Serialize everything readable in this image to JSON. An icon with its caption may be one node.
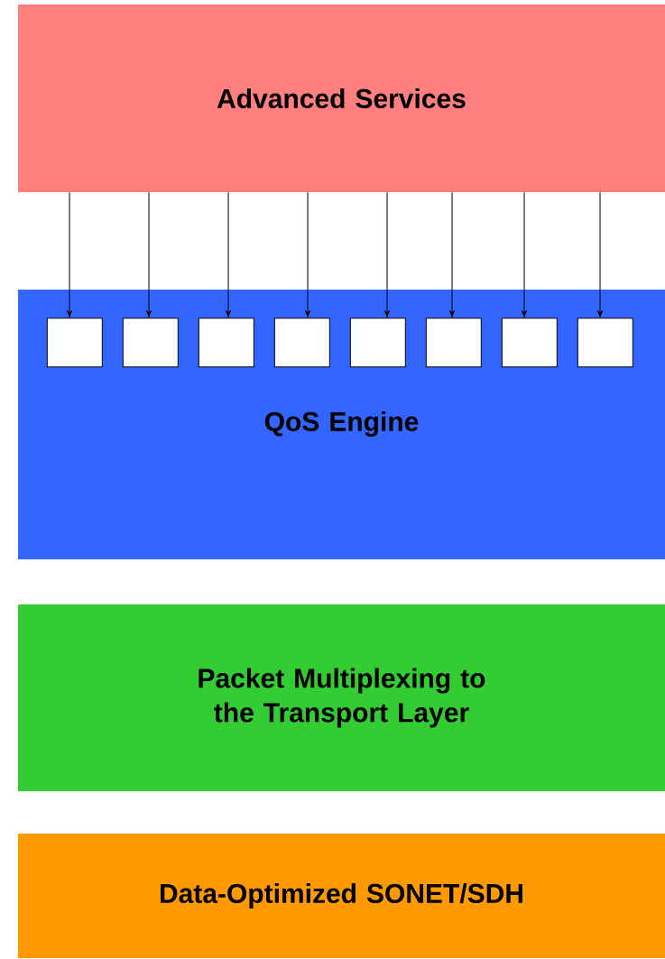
{
  "diagram": {
    "nodes": [
      {
        "text": [
          "Advanced Services"
        ]
      },
      {
        "text": [
          "QoS Engine"
        ]
      },
      {
        "text": [],
        "shape": "box",
        "in": 1
      },
      {
        "text": [],
        "shape": "box",
        "in": 1
      },
      {
        "text": [],
        "shape": "box",
        "in": 1
      },
      {
        "text": [],
        "shape": "box",
        "in": 1
      },
      {
        "text": [],
        "shape": "box",
        "in": 1
      },
      {
        "text": [],
        "shape": "box",
        "in": 1
      },
      {
        "text": [],
        "shape": "box",
        "in": 1
      },
      {
        "text": [],
        "shape": "box",
        "in": 1
      },
      {
        "text": [
          "Packet Multiplexing to the Transport Layer"
        ]
      },
      {
        "text": [
          "Data-Optimized SONET/SDH"
        ]
      }
    ],
    "edges": [
      {
        "from": 0,
        "to": 2,
        "arrow": "to"
      },
      {
        "from": 0,
        "to": 3,
        "arrow": "to"
      },
      {
        "from": 0,
        "to": 4,
        "arrow": "to"
      },
      {
        "from": 0,
        "to": 5,
        "arrow": "to"
      },
      {
        "from": 0,
        "to": 6,
        "arrow": "to"
      },
      {
        "from": 0,
        "to": 7,
        "arrow": "to"
      },
      {
        "from": 0,
        "to": 8,
        "arrow": "to"
      },
      {
        "from": 0,
        "to": 9,
        "arrow": "to"
      }
    ]
  }
}
